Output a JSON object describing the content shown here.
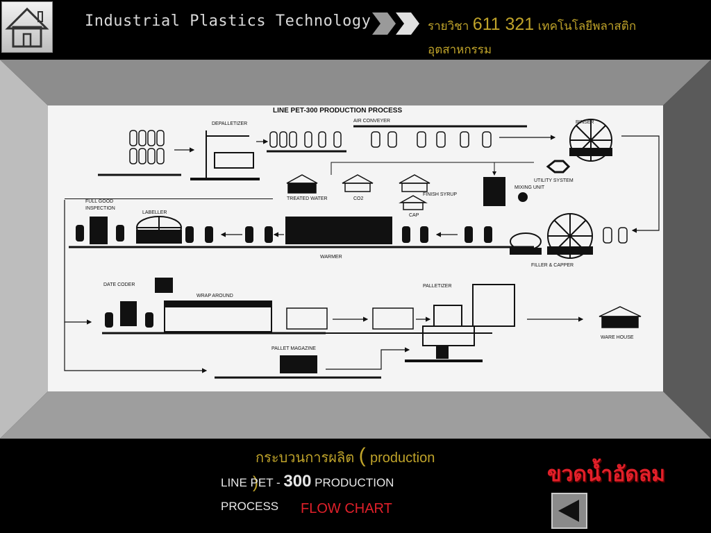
{
  "header": {
    "home_icon": "house-icon",
    "title": "Industrial Plastics Technology",
    "course_prefix": "รายวิชา",
    "course_code": "611 321",
    "course_name_1": "เทคโนโลยีพลาสติก",
    "course_name_2": "อุตสาหกรรม"
  },
  "diagram": {
    "title": "LINE PET-300 PRODUCTION PROCESS",
    "labels": {
      "depalletizer": "DEPALLETIZER",
      "air_conveyer": "AIR CONVEYER",
      "rinser": "RINSER",
      "utility_system": "UTILITY SYSTEM",
      "mixing_unit": "MIXING UNIT",
      "treated_water": "TREATED WATER",
      "co2": "CO2",
      "finish_syrup": "FINISH SYRUP",
      "cap": "CAP",
      "full_good_inspection_1": "FULL GOOD",
      "full_good_inspection_2": "INSPECTION",
      "labeller": "LABELLER",
      "warmer": "WARMER",
      "filler_capper": "FILLER & CAPPER",
      "date_coder": "DATE CODER",
      "wrap_around": "WRAP AROUND",
      "palletizer": "PALLETIZER",
      "ware_house": "WARE HOUSE",
      "pallet_magazine": "PALLET MAGAZINE"
    }
  },
  "footer": {
    "caption_th": "กระบวนการผลิต",
    "caption_open": "(",
    "caption_en": "production",
    "caption_close": ")",
    "line_prefix": "LINE PET - ",
    "line_number": "300",
    "line_suffix": " PRODUCTION",
    "process": "PROCESS",
    "flow_chart": "FLOW CHART",
    "product_title": "ขวดน้ำอัดลม",
    "back_icon": "triangle-left-icon"
  }
}
